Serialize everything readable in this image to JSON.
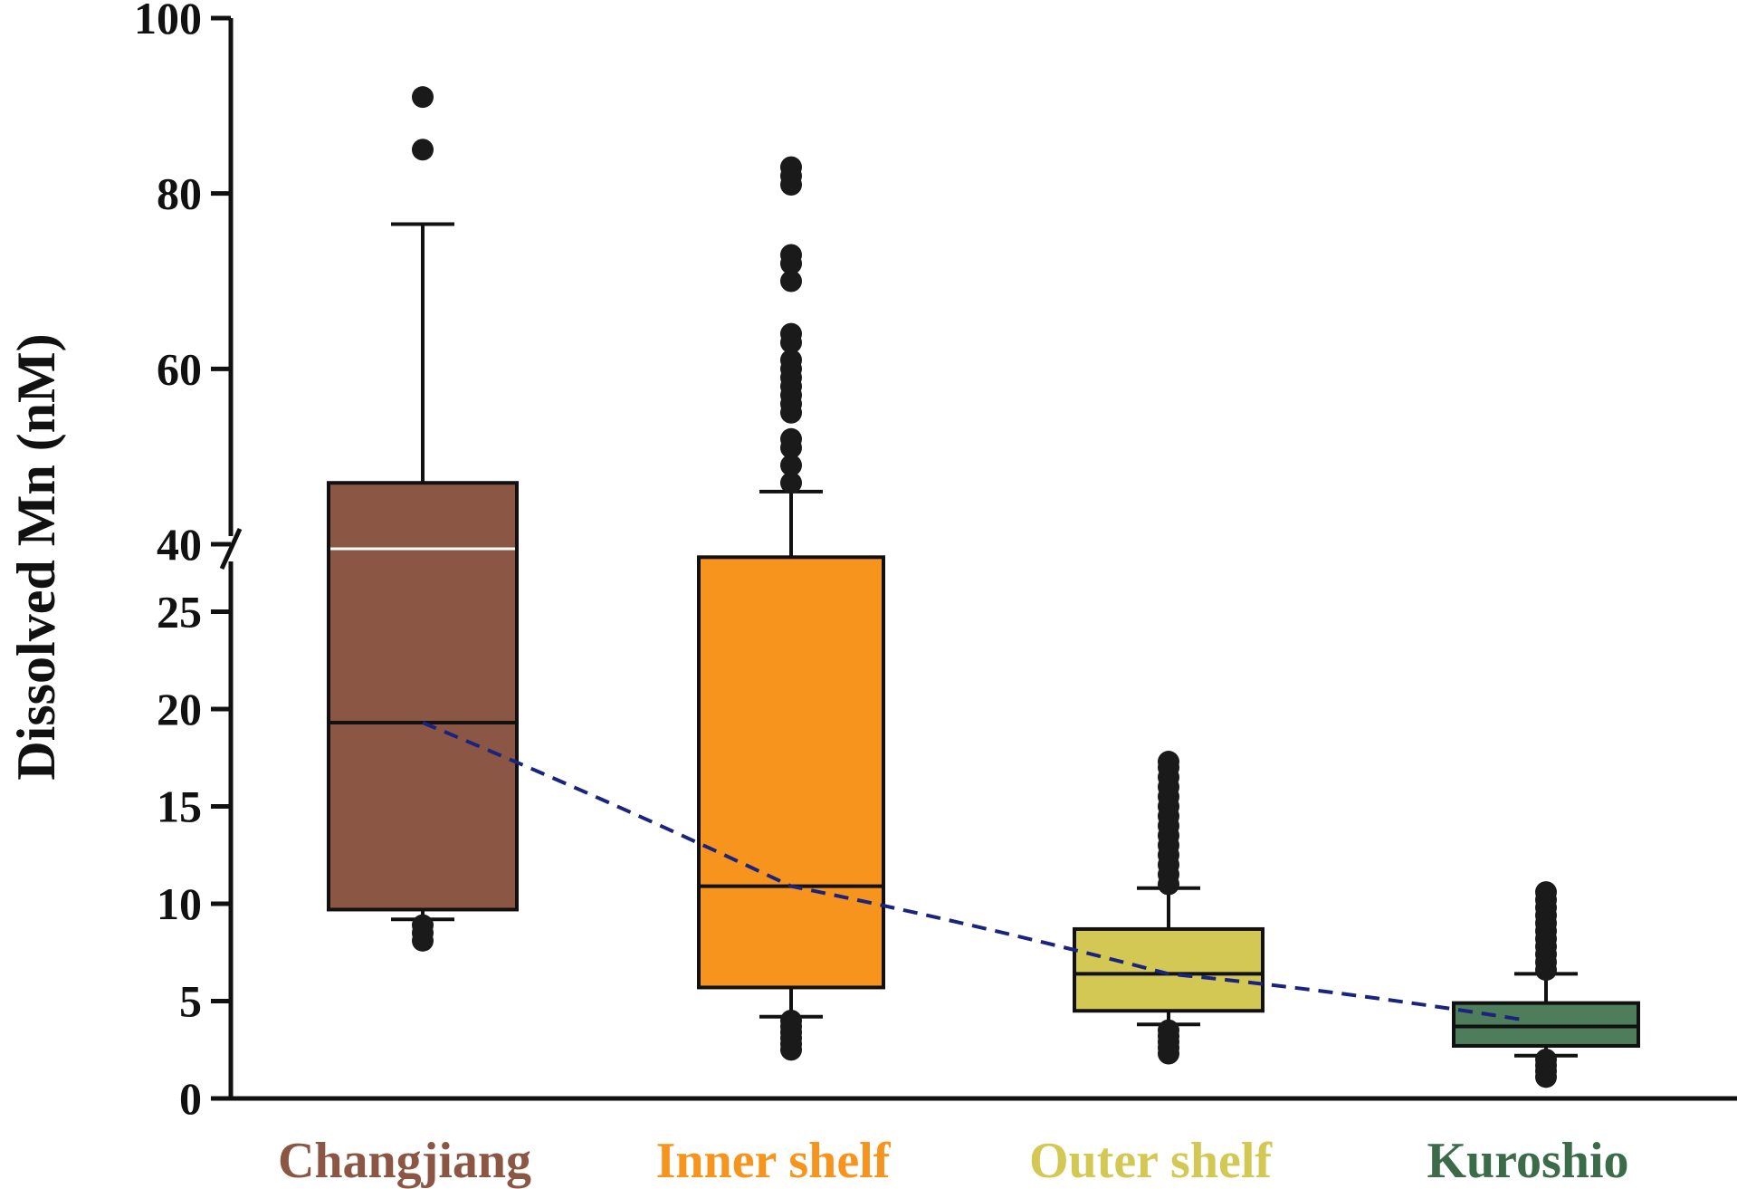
{
  "chart_data": {
    "type": "box",
    "ylabel": "Dissolved Mn (nM)",
    "xlabel": "",
    "axis_break": true,
    "y_ticks_lower": [
      "0",
      "5",
      "10",
      "15",
      "20",
      "25"
    ],
    "y_ticks_upper": [
      "40",
      "60",
      "80",
      "100"
    ],
    "lower_range": [
      0,
      28
    ],
    "upper_range": [
      40,
      100
    ],
    "grid": false,
    "categories": [
      "Changjiang",
      "Inner shelf",
      "Outer shelf",
      "Kuroshio"
    ],
    "boxes": [
      {
        "category": "Changjiang",
        "color": "#8B5744",
        "label_color": "#8B5744",
        "whisker_low": 9.2,
        "q1": 9.7,
        "median": 19.3,
        "mean": 28.6,
        "q3": 47.0,
        "whisker_high": 76.5,
        "outliers": [
          8.1,
          8.5,
          8.9,
          85,
          91
        ]
      },
      {
        "category": "Inner shelf",
        "color": "#F7941D",
        "label_color": "#F7941D",
        "whisker_low": 4.2,
        "q1": 5.7,
        "median": 10.9,
        "q3": 27.8,
        "whisker_high": 46,
        "outliers": [
          2.5,
          2.8,
          3.1,
          3.4,
          3.7,
          4.0,
          47,
          49,
          51,
          52,
          55,
          56,
          57,
          58,
          59,
          60,
          61,
          63,
          64,
          70,
          72,
          73,
          81,
          82,
          83
        ]
      },
      {
        "category": "Outer shelf",
        "color": "#D4C854",
        "label_color": "#D4C854",
        "whisker_low": 3.8,
        "q1": 4.5,
        "median": 6.4,
        "q3": 8.7,
        "whisker_high": 10.8,
        "outliers": [
          2.3,
          2.6,
          2.9,
          3.2,
          3.5,
          11.0,
          11.5,
          12.0,
          12.5,
          13.0,
          13.5,
          14.0,
          14.5,
          15.0,
          15.5,
          16.0,
          16.5,
          17.0,
          17.3
        ]
      },
      {
        "category": "Kuroshio",
        "color": "#4E7D5B",
        "label_color": "#3C6B4A",
        "whisker_low": 2.2,
        "q1": 2.7,
        "median": 3.7,
        "q3": 4.9,
        "whisker_high": 6.4,
        "outliers": [
          1.1,
          1.4,
          1.7,
          2.0,
          6.6,
          7.0,
          7.4,
          7.8,
          8.2,
          8.6,
          9.0,
          9.4,
          9.8,
          10.2,
          10.6
        ]
      }
    ],
    "trend_line": {
      "style": "dashed",
      "color": "#1A237E",
      "values": [
        19.3,
        10.9,
        6.4,
        4.0
      ]
    }
  }
}
